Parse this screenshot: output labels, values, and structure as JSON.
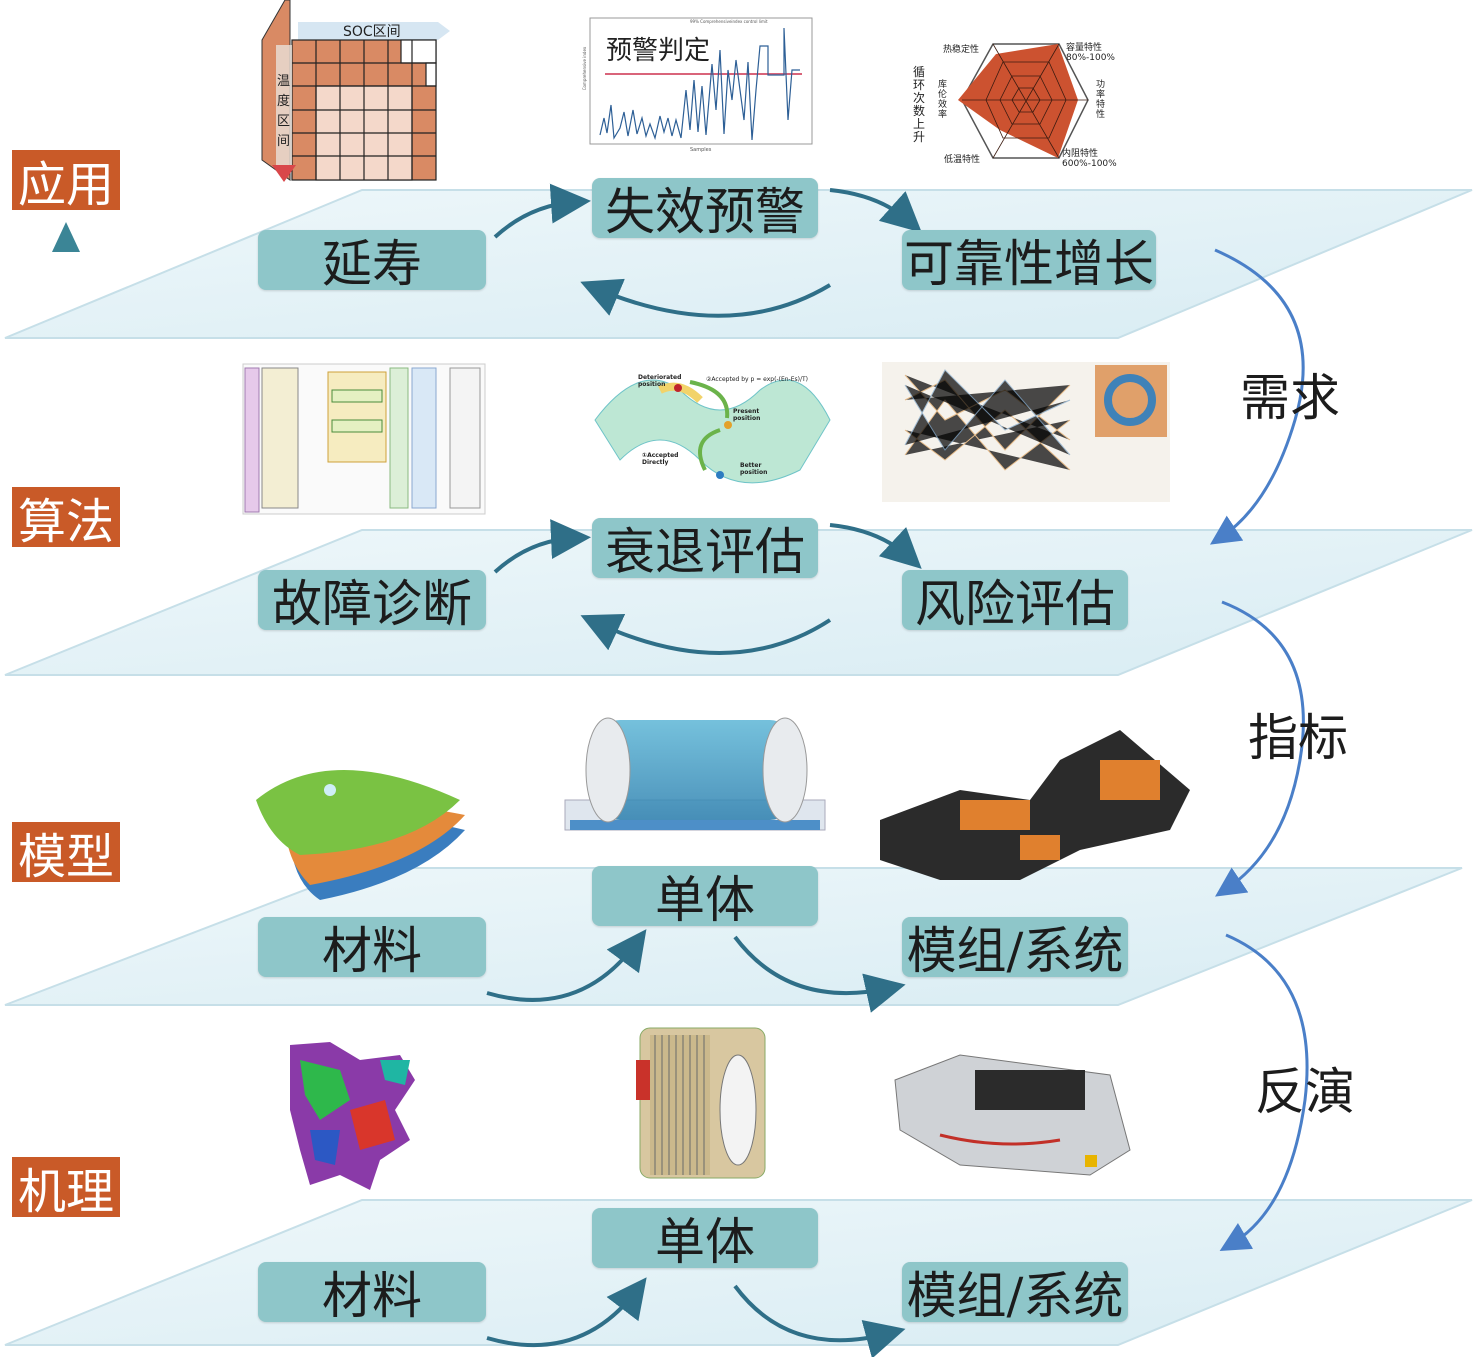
{
  "levels": [
    {
      "label": "应用",
      "color": "#c95a28"
    },
    {
      "label": "算法",
      "color": "#c95a28"
    },
    {
      "label": "模型",
      "color": "#c95a28"
    },
    {
      "label": "机理",
      "color": "#c95a28"
    }
  ],
  "layers": {
    "application": [
      "延寿",
      "失效预警",
      "可靠性增长"
    ],
    "algorithm": [
      "故障诊断",
      "衰退评估",
      "风险评估"
    ],
    "model": [
      "材料",
      "单体",
      "模组/系统"
    ],
    "mechanism": [
      "材料",
      "单体",
      "模组/系统"
    ]
  },
  "transitions": [
    "需求",
    "指标",
    "反演"
  ],
  "images": {
    "soc_grid": {
      "x_label": "SOC区间",
      "y_label": "温度区间"
    },
    "warning_chart": {
      "title": "预警判定",
      "legend": "99% Comprehensiveindex control limit",
      "ylabel": "Comprehensive index",
      "xlabel": "Samples"
    },
    "radar": {
      "side_label": "循环次数上升",
      "axes": [
        "热稳定性",
        "容量特性 80%-100%",
        "功率特性",
        "内阻特性 600%-100%",
        "低温特性",
        "库伦效率"
      ]
    },
    "landscape": {
      "labels": [
        "Deteriorated position",
        "②Accepted by p = exp(-(En-Es)/T)",
        "Present position",
        "①Accepted Directly",
        "Better position"
      ]
    }
  },
  "colors": {
    "box": "#8ec6c9",
    "plane": "#e3f1f6",
    "arrow": "#2f6f88",
    "transition_arrow": "#4a7fc8",
    "level": "#c95a28"
  }
}
